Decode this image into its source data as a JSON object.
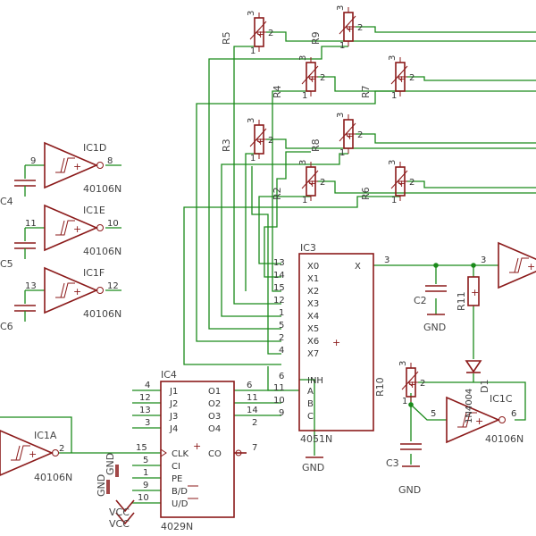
{
  "components": {
    "r5": "R5",
    "r9": "R9",
    "r4": "R4",
    "r7": "R7",
    "r3": "R3",
    "r8": "R8",
    "r2": "R2",
    "r6": "R6",
    "r10": "R10",
    "r11": "R11",
    "c2": "C2",
    "c3": "C3",
    "c4": "C4",
    "c5": "C5",
    "c6": "C6",
    "ic1a": "IC1A",
    "ic1c": "IC1C",
    "ic1d": "IC1D",
    "ic1e": "IC1E",
    "ic1f": "IC1F",
    "ic3": "IC3",
    "ic4": "IC4",
    "d1": "D1"
  },
  "values": {
    "inverter": "40106N",
    "mux": "4051N",
    "counter": "4029N",
    "diode": "1N4004"
  },
  "power": {
    "gnd": "GND",
    "vcc": "VCC"
  },
  "ic3_pins": {
    "x0": "X0",
    "x1": "X1",
    "x2": "X2",
    "x3": "X3",
    "x4": "X4",
    "x5": "X5",
    "x6": "X6",
    "x7": "X7",
    "x": "X",
    "inh": "INH",
    "a": "A",
    "b": "B",
    "c": "C",
    "nums": [
      "13",
      "14",
      "15",
      "12",
      "1",
      "5",
      "2",
      "4",
      "6",
      "11",
      "10",
      "9",
      "3"
    ]
  },
  "ic4_pins": {
    "j1": "J1",
    "j2": "J2",
    "j3": "J3",
    "j4": "J4",
    "o1": "O1",
    "o2": "O2",
    "o3": "O3",
    "o4": "O4",
    "clk": "CLK",
    "ci": "CI",
    "pe": "PE",
    "bd": "B/D",
    "ud": "U/D",
    "co": "CO",
    "left_nums": [
      "4",
      "12",
      "13",
      "3",
      "15",
      "5",
      "1",
      "9",
      "10"
    ],
    "right_nums": [
      "6",
      "11",
      "14",
      "2",
      "7"
    ]
  },
  "pot_pins": {
    "p1": "1",
    "p2": "2",
    "p3": "3"
  },
  "gate_pins": {
    "d_in": "9",
    "d_out": "8",
    "e_in": "11",
    "e_out": "10",
    "f_in": "13",
    "f_out": "12",
    "a_out": "2",
    "c_in": "5",
    "c_out": "6",
    "buf_in": "3"
  },
  "marks": {
    "plus": "+"
  }
}
